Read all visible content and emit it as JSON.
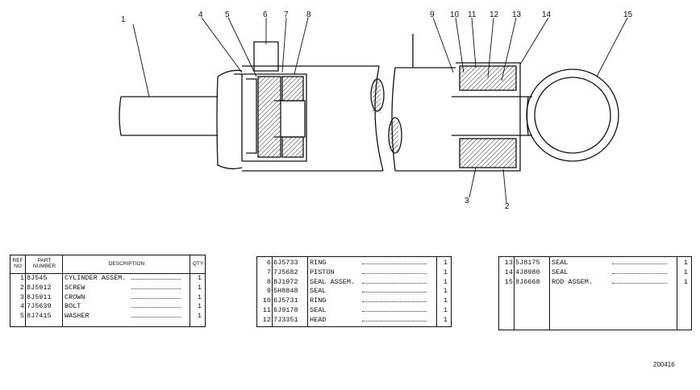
{
  "callouts": [
    "1",
    "2",
    "3",
    "4",
    "5",
    "6",
    "7",
    "8",
    "9",
    "10",
    "11",
    "12",
    "13",
    "14",
    "15"
  ],
  "table_headers": {
    "ref_no": "REF NO",
    "part_number": "PART NUMBER",
    "description": "DESCRIPTION",
    "qty": "QTY"
  },
  "parts_left": [
    {
      "ref": "1",
      "pn": "8J545",
      "desc": "CYLINDER ASSEM.",
      "qty": "1"
    },
    {
      "ref": "2",
      "pn": "8J5912",
      "desc": "SCREW",
      "qty": "1"
    },
    {
      "ref": "3",
      "pn": "8J5911",
      "desc": "CROWN",
      "qty": "1"
    },
    {
      "ref": "4",
      "pn": "7J5639",
      "desc": "BOLT",
      "qty": "1"
    },
    {
      "ref": "5",
      "pn": "8J7415",
      "desc": "WASHER",
      "qty": "1"
    }
  ],
  "parts_middle": [
    {
      "ref": "6",
      "pn": "6J5733",
      "desc": "RING",
      "qty": "1"
    },
    {
      "ref": "7",
      "pn": "7J5682",
      "desc": "PISTON",
      "qty": "1"
    },
    {
      "ref": "8",
      "pn": "8J1972",
      "desc": "SEAL ASSEM.",
      "qty": "1"
    },
    {
      "ref": "9",
      "pn": "5H8848",
      "desc": "SEAL",
      "qty": "1"
    },
    {
      "ref": "10",
      "pn": "6J5731",
      "desc": "RING",
      "qty": "1"
    },
    {
      "ref": "11",
      "pn": "6J9178",
      "desc": "SEAL",
      "qty": "1"
    },
    {
      "ref": "12",
      "pn": "7J3351",
      "desc": "HEAD",
      "qty": "1"
    }
  ],
  "parts_right": [
    {
      "ref": "13",
      "pn": "5J8175",
      "desc": "SEAL",
      "qty": "1"
    },
    {
      "ref": "14",
      "pn": "4J8980",
      "desc": "SEAL",
      "qty": "1"
    },
    {
      "ref": "15",
      "pn": "8J6668",
      "desc": "ROD ASSEM.",
      "qty": "1"
    }
  ],
  "drawing_number": "200416"
}
